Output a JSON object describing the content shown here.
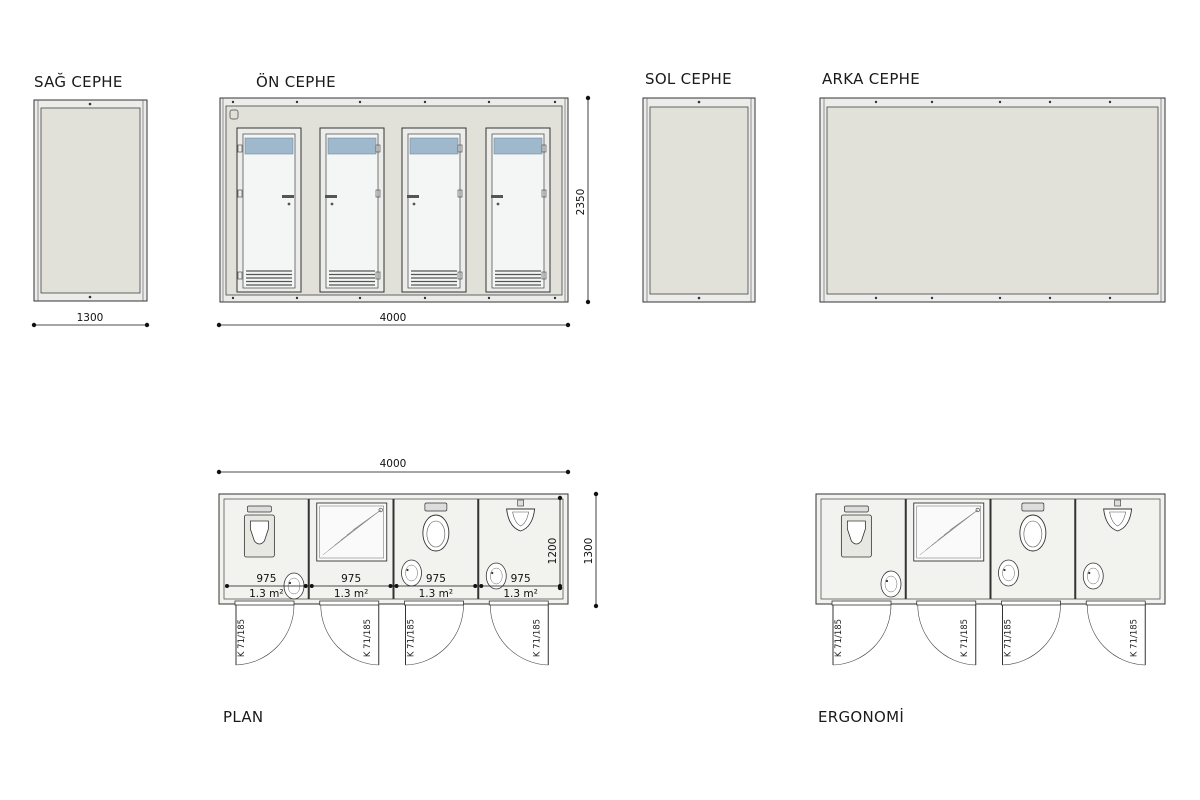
{
  "views": {
    "right_facade": "SAĞ CEPHE",
    "front_facade": "ÖN CEPHE",
    "left_facade": "SOL CEPHE",
    "back_facade": "ARKA CEPHE",
    "plan": "PLAN",
    "ergonomics": "ERGONOMİ"
  },
  "dimensions": {
    "side_width": "1300",
    "front_length": "4000",
    "height": "2350",
    "plan_length": "4000",
    "plan_inner_depth": "1200",
    "plan_total_depth": "1300"
  },
  "cabins": [
    {
      "width": "975",
      "area": "1.3 m²",
      "fixture": "squat-toilet",
      "door": "K 71/185"
    },
    {
      "width": "975",
      "area": "1.3 m²",
      "fixture": "shower",
      "door": "K 71/185"
    },
    {
      "width": "975",
      "area": "1.3 m²",
      "fixture": "wc",
      "door": "K 71/185"
    },
    {
      "width": "975",
      "area": "1.3 m²",
      "fixture": "urinal",
      "door": "K 71/185"
    }
  ],
  "colors": {
    "panel_fill": "#e1e1da",
    "frame_fill": "#ececea",
    "line": "#333333",
    "glass": "#f4f6f5",
    "transom": "#9fb8cc"
  }
}
